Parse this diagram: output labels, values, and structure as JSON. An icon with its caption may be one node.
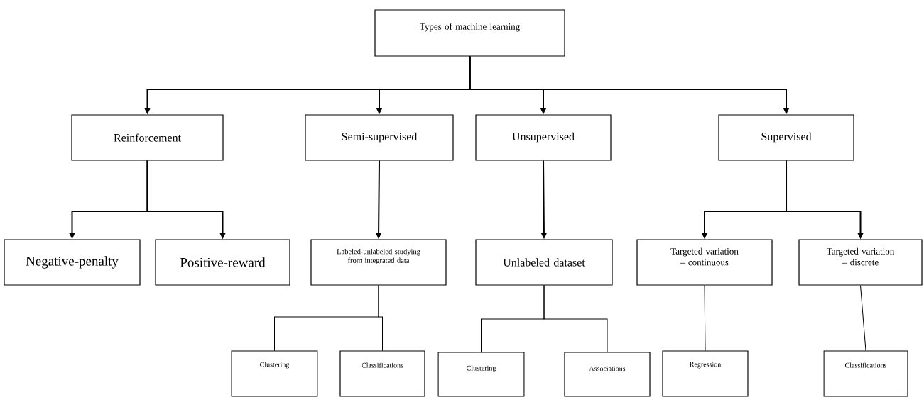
{
  "diagram": {
    "nodes": [
      {
        "text": [
          "Types of machine learning"
        ]
      },
      {
        "text": [
          "Reinforcement"
        ]
      },
      {
        "text": [
          "Semi-supervised"
        ]
      },
      {
        "text": [
          "Unsupervised"
        ]
      },
      {
        "text": [
          "Supervised"
        ]
      },
      {
        "text": [
          "Negative-penalty"
        ]
      },
      {
        "text": [
          "Positive-reward"
        ]
      },
      {
        "text": [
          "Labeled-unlabeled studying from integrated data"
        ]
      },
      {
        "text": [
          "Unlabeled dataset"
        ]
      },
      {
        "text": [
          "Targeted variation – continuous"
        ]
      },
      {
        "text": [
          "Targeted variation – discrete"
        ]
      },
      {
        "text": [
          "Clustering"
        ]
      },
      {
        "text": [
          "Classifications"
        ]
      },
      {
        "text": [
          "Clustering"
        ]
      },
      {
        "text": [
          "Associations"
        ]
      },
      {
        "text": [
          "Regression"
        ]
      },
      {
        "text": [
          "Classifications"
        ]
      }
    ],
    "edges": [
      {
        "from": 0,
        "to": 1,
        "arrow": "to"
      },
      {
        "from": 0,
        "to": 2,
        "arrow": "to"
      },
      {
        "from": 0,
        "to": 3,
        "arrow": "to"
      },
      {
        "from": 0,
        "to": 4,
        "arrow": "to"
      },
      {
        "from": 1,
        "to": 5,
        "arrow": "to"
      },
      {
        "from": 1,
        "to": 6,
        "arrow": "to"
      },
      {
        "from": 2,
        "to": 7,
        "arrow": "to"
      },
      {
        "from": 3,
        "to": 8,
        "arrow": "to"
      },
      {
        "from": 4,
        "to": 9,
        "arrow": "to"
      },
      {
        "from": 4,
        "to": 10,
        "arrow": "to"
      },
      {
        "from": 7,
        "to": 11,
        "arrow": "none"
      },
      {
        "from": 7,
        "to": 12,
        "arrow": "none"
      },
      {
        "from": 8,
        "to": 13,
        "arrow": "none"
      },
      {
        "from": 8,
        "to": 14,
        "arrow": "none"
      },
      {
        "from": 9,
        "to": 15,
        "arrow": "none"
      },
      {
        "from": 10,
        "to": 16,
        "arrow": "none"
      }
    ]
  }
}
